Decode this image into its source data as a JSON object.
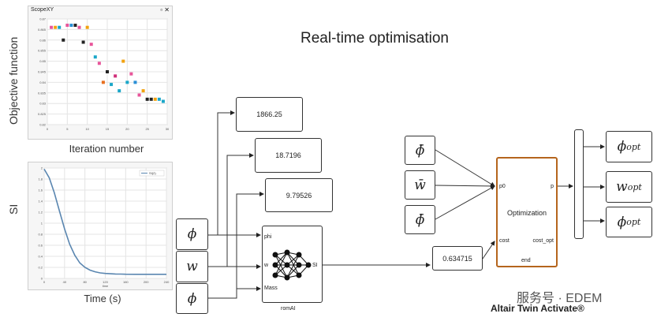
{
  "title": "Real-time optimisation",
  "scope": {
    "window_title": "ScopeXY",
    "ylabel": "Objective function",
    "xlabel": "Iteration number"
  },
  "si_plot": {
    "ylabel": "SI",
    "xlabel": "Time (s)",
    "inner_xlabel": "time",
    "legend": "SI(2)"
  },
  "chart_data": [
    {
      "type": "scatter",
      "title": "ScopeXY",
      "xlabel": "Iteration number",
      "ylabel": "Objective function",
      "xlim": [
        0,
        30
      ],
      "ylim": [
        0.82,
        0.87
      ],
      "x_ticks": [
        0,
        5,
        10,
        15,
        20,
        25,
        30
      ],
      "y_ticks": [
        "0.82",
        "0.825",
        "0.83",
        "0.835",
        "0.84",
        "0.845",
        "0.85",
        "0.855",
        "0.86",
        "0.865",
        "0.87"
      ],
      "x": [
        1,
        2,
        3,
        4,
        5,
        6,
        7,
        8,
        9,
        10,
        11,
        12,
        13,
        14,
        15,
        16,
        17,
        18,
        19,
        20,
        21,
        22,
        23,
        24,
        25,
        26,
        27,
        28,
        29
      ],
      "y": [
        0.866,
        0.866,
        0.866,
        0.86,
        0.867,
        0.867,
        0.867,
        0.866,
        0.859,
        0.866,
        0.858,
        0.852,
        0.849,
        0.84,
        0.845,
        0.839,
        0.843,
        0.836,
        0.85,
        0.84,
        0.844,
        0.84,
        0.834,
        0.836,
        0.832,
        0.832,
        0.832,
        0.832,
        0.831
      ],
      "colors": [
        "#e8559a",
        "#f2a20f",
        "#1aa7c9",
        "#222222",
        "#e8559a",
        "#2a8fd6",
        "#222222",
        "#e8559a",
        "#222222",
        "#f2a20f",
        "#e8559a",
        "#1aa7c9",
        "#e8559a",
        "#e86f1f",
        "#222222",
        "#1aa7c9",
        "#d0307a",
        "#1aa7c9",
        "#f2a20f",
        "#1aa7c9",
        "#e8559a",
        "#2a8fd6",
        "#e8559a",
        "#f2a20f",
        "#222222",
        "#222222",
        "#f2a20f",
        "#1aa7c9",
        "#1aa7c9"
      ],
      "grid": true
    },
    {
      "type": "line",
      "xlabel": "time",
      "ylabel": "",
      "xlim": [
        0,
        240
      ],
      "ylim": [
        0,
        2
      ],
      "x_ticks": [
        "0",
        "40",
        "80",
        "120",
        "160",
        "200",
        "240"
      ],
      "y_ticks": [
        "0",
        "0.2",
        "0.4",
        "0.6",
        "0.8",
        "1",
        "1.2",
        "1.4",
        "1.6",
        "1.8",
        "2"
      ],
      "series": [
        {
          "name": "SI(2)",
          "x": [
            0,
            10,
            20,
            30,
            40,
            50,
            60,
            70,
            80,
            90,
            100,
            110,
            120,
            130,
            140,
            150,
            160,
            180,
            200,
            220,
            240
          ],
          "y": [
            1.98,
            1.82,
            1.55,
            1.22,
            0.9,
            0.62,
            0.42,
            0.28,
            0.2,
            0.15,
            0.12,
            0.1,
            0.09,
            0.085,
            0.08,
            0.078,
            0.076,
            0.075,
            0.074,
            0.074,
            0.074
          ]
        }
      ],
      "grid": true
    }
  ],
  "outputs": [
    "1866.25",
    "18.7196",
    "9.79526"
  ],
  "inputs": [
    "ϕ",
    "w",
    "ϕ"
  ],
  "romai": {
    "label": "romAI",
    "ports_in": [
      "phi",
      "w",
      "Mass"
    ],
    "port_out": "SI"
  },
  "si_value": "0.634715",
  "opt_inputs": [
    "ϕ̄",
    "w̄",
    "ϕ̄"
  ],
  "optimization": {
    "label": "Optimization",
    "port_p0": "p0",
    "port_p": "p",
    "port_cost": "cost",
    "port_cost_opt": "cost_opt",
    "port_end": "end"
  },
  "opt_outputs": [
    {
      "base": "ϕ",
      "sub": "opt"
    },
    {
      "base": "w",
      "sub": "opt"
    },
    {
      "base": "ϕ",
      "sub": "opt"
    }
  ],
  "brand": "Altair Twin Activate®",
  "watermark": "服务号 · EDEM"
}
